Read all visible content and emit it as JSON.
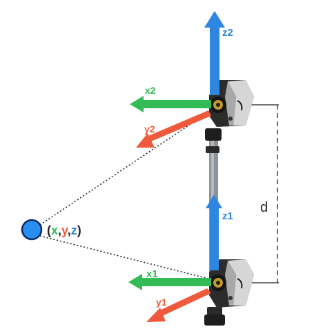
{
  "diagram": {
    "colors": {
      "z_axis": "#2f86e0",
      "x_axis": "#33bb55",
      "y_axis": "#ef5a3c",
      "point_fill": "#2a8ef0",
      "point_stroke": "#0a2a66",
      "pole": "#8d9499",
      "camera_body": "#2c2c2c",
      "camera_shell": "#d6d6d6",
      "line": "#222222"
    },
    "top_camera": {
      "z_label": "z2",
      "x_label": "x2",
      "y_label": "y2"
    },
    "bottom_camera": {
      "z_label": "z1",
      "x_label": "x1",
      "y_label": "y1"
    },
    "distance_label": "d",
    "point_label": {
      "open": "(",
      "x": "x",
      "sep1": ",",
      "y": "y",
      "sep2": ",",
      "z": "z",
      "close": ")"
    }
  }
}
